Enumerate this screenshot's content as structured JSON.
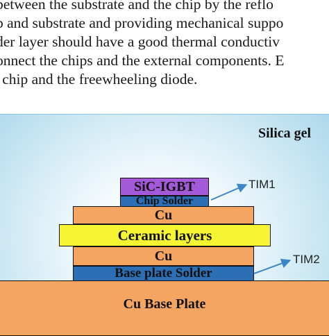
{
  "paragraph": {
    "lines": [
      "between the substrate and the chip by the reflo",
      "p and substrate and providing mechanical suppo",
      "der layer should have a good thermal conductiv",
      "onnect the chips and the external components. E",
      "' chip and the freewheeling diode."
    ]
  },
  "figure": {
    "surrounding_label": "Silica gel",
    "layers": {
      "sic_igbt": "SiC-IGBT",
      "chip_solder": "Chip Solder",
      "cu_top": "Cu",
      "ceramic": "Ceramic layers",
      "cu_bottom": "Cu",
      "base_plate_solder": "Base plate Solder",
      "base_plate": "Cu Base Plate"
    },
    "callouts": {
      "tim1": "TIM1",
      "tim2": "TIM2"
    },
    "colors": {
      "sic_igbt": "#a45ad8",
      "solder": "#2c6fb4",
      "copper": "#f4a561",
      "ceramic": "#f5f531",
      "silica_gel": "#a9d6ea",
      "arrow": "#3b86c6"
    }
  }
}
